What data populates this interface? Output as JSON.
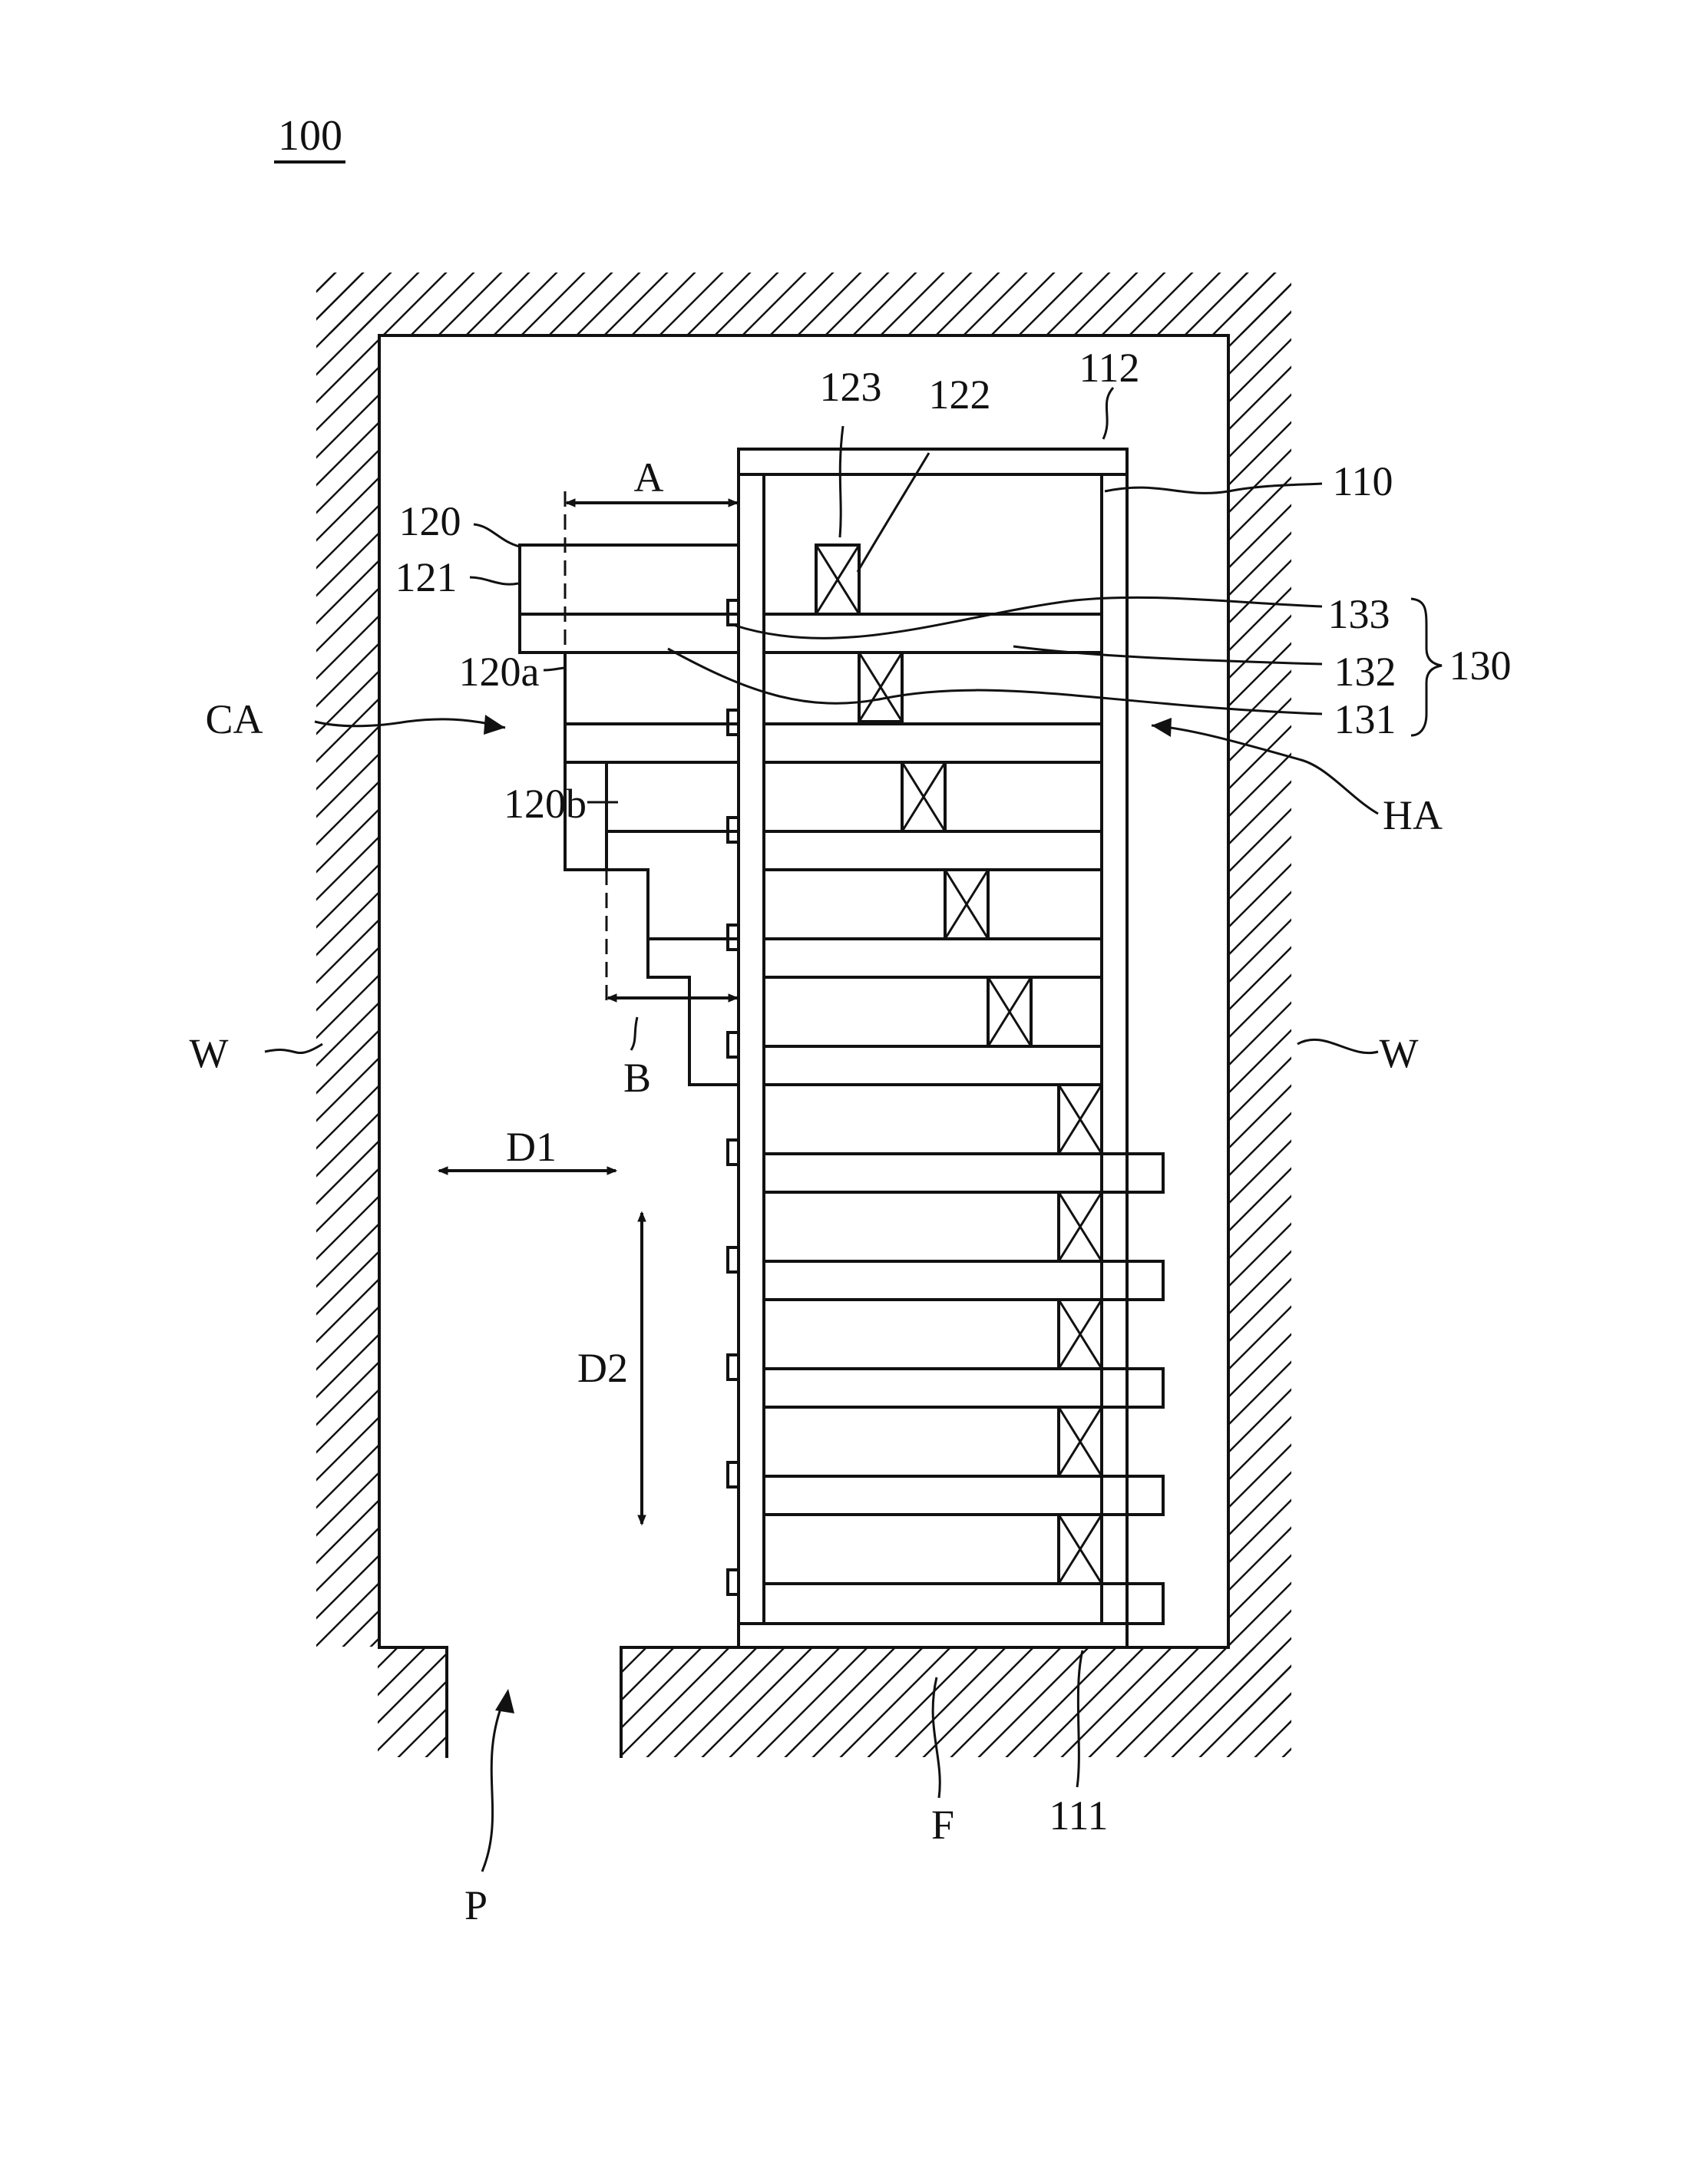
{
  "figure_number": "100",
  "labels": {
    "wall_left": "W",
    "wall_right": "W",
    "floor": "F",
    "opening": "P",
    "frame": "110",
    "bottom_beam": "111",
    "top_beam": "112",
    "cantilever_assembly": "120",
    "cantilever_beam": "121",
    "connector": "122",
    "block": "123",
    "first_section": "120a",
    "second_section": "120b",
    "shelf_group": "130",
    "shelf_plate": "131",
    "shelf_body": "132",
    "mount": "133",
    "cantilever_area": "CA",
    "holding_area": "HA",
    "distance_a": "A",
    "distance_b": "B",
    "direction_1": "D1",
    "direction_2": "D2"
  }
}
